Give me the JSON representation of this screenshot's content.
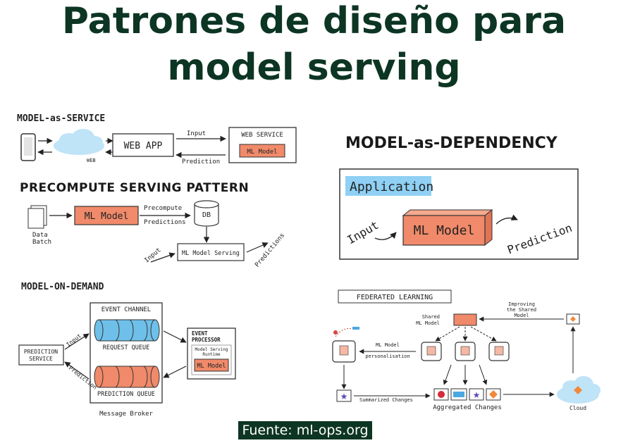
{
  "title_line1": "Patrones de diseño para",
  "title_line2": "model serving",
  "colors": {
    "title": "#0d3524",
    "model": "#f08a6a",
    "accent_blue": "#4aa8e0",
    "source_bg": "#0d3524"
  },
  "mas": {
    "heading": "MODEL-as-SERVICE",
    "web_label": "WEB",
    "web_app": "WEB APP",
    "input": "Input",
    "prediction": "Prediction",
    "web_service": "WEB SERVICE",
    "ml_model": "ML Model"
  },
  "pre": {
    "heading": "PRECOMPUTE SERVING PATTERN",
    "data_batch_1": "Data",
    "data_batch_2": "Batch",
    "ml_model": "ML Model",
    "precompute": "Precompute",
    "predictions": "Predictions",
    "db": "DB",
    "input": "Input",
    "serving": "ML Model Serving",
    "predictions_out": "Predictions"
  },
  "mod": {
    "heading": "MODEL-ON-DEMAND",
    "event_channel": "EVENT CHANNEL",
    "request_queue": "REQUEST QUEUE",
    "prediction_queue": "PREDICTION QUEUE",
    "prediction_service_1": "PREDICTION",
    "prediction_service_2": "SERVICE",
    "input": "Input",
    "prediction": "Prediction",
    "event_processor_1": "EVENT",
    "event_processor_2": "PROCESSOR",
    "runtime_1": "Model Serving",
    "runtime_2": "Runtime",
    "ml_model": "ML Model",
    "message_broker": "Message Broker"
  },
  "mad": {
    "heading": "MODEL-as-DEPENDENCY",
    "application": "Application",
    "input": "Input",
    "ml_model": "ML Model",
    "prediction": "Prediction"
  },
  "fl": {
    "heading": "FEDERATED LEARNING",
    "shared_1": "Shared",
    "shared_2": "ML Model",
    "improving_1": "Improving",
    "improving_2": "the Shared",
    "improving_3": "Model",
    "pers_1": "ML Model",
    "pers_2": "personalisation",
    "summarized": "Summarized Changes",
    "aggregated": "Aggregated Changes",
    "cloud": "Cloud"
  },
  "source": "Fuente: ml-ops.org"
}
